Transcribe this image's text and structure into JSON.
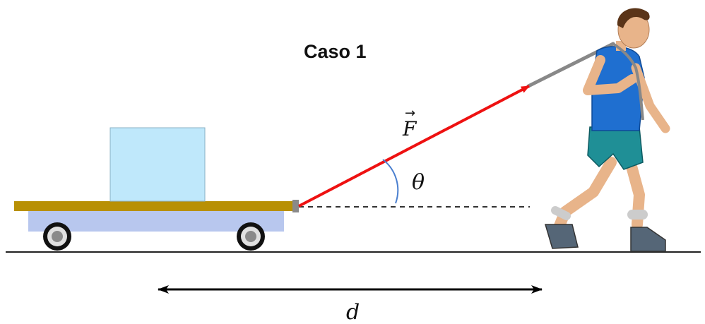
{
  "title": "Caso 1",
  "labels": {
    "force": "F",
    "force_arrow": "→",
    "angle": "θ",
    "distance": "d"
  },
  "colors": {
    "force_vector": "#ee1111",
    "angle_arc": "#4a7fcf",
    "block": "#bfe8fb",
    "cart_body": "#b8c7ee",
    "cart_deck": "#b89005",
    "ground": "#222222",
    "boy_shirt": "#1f6fd0",
    "boy_shorts": "#1f8f96",
    "rope": "#888888"
  }
}
